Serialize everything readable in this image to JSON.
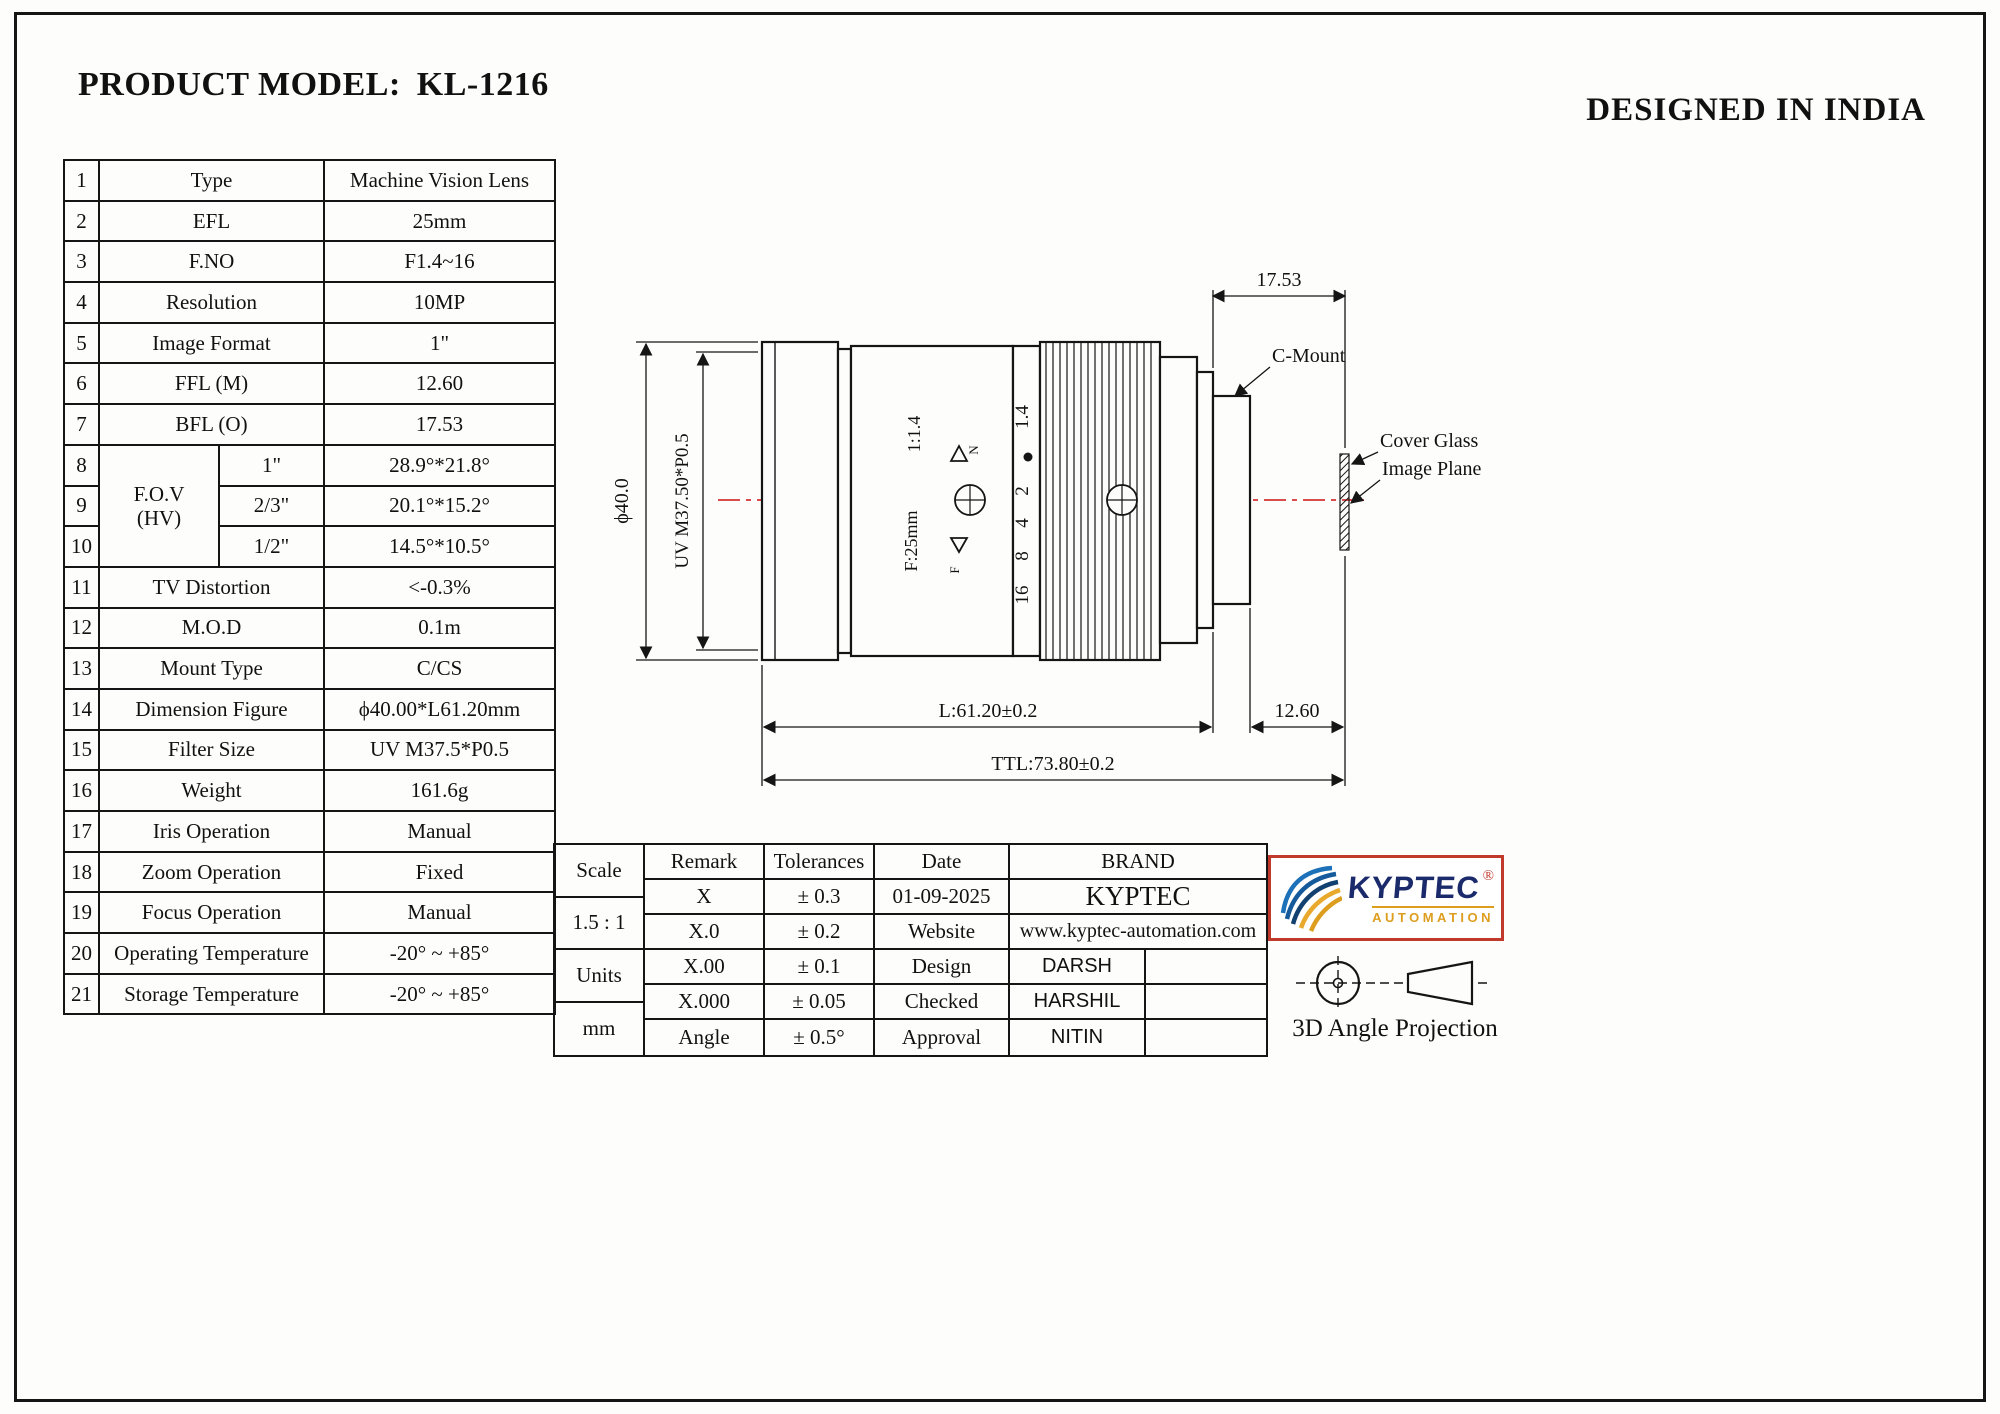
{
  "page": {
    "product_model_label": "PRODUCT MODEL:",
    "product_model_value": "KL-1216",
    "designed_in": "DESIGNED IN INDIA"
  },
  "spec": {
    "fov_line1": "F.O.V",
    "fov_line2": "(HV)",
    "rows": [
      {
        "num": "1",
        "name": "Type",
        "value": "Machine Vision Lens"
      },
      {
        "num": "2",
        "name": "EFL",
        "value": "25mm"
      },
      {
        "num": "3",
        "name": "F.NO",
        "value": "F1.4~16"
      },
      {
        "num": "4",
        "name": "Resolution",
        "value": "10MP"
      },
      {
        "num": "5",
        "name": "Image Format",
        "value": "1\""
      },
      {
        "num": "6",
        "name": "FFL (M)",
        "value": "12.60"
      },
      {
        "num": "7",
        "name": "BFL (O)",
        "value": "17.53"
      },
      {
        "num": "8",
        "size": "1\"",
        "value": "28.9°*21.8°"
      },
      {
        "num": "9",
        "size": "2/3\"",
        "value": "20.1°*15.2°"
      },
      {
        "num": "10",
        "size": "1/2\"",
        "value": "14.5°*10.5°"
      },
      {
        "num": "11",
        "name": "TV Distortion",
        "value": "<-0.3%"
      },
      {
        "num": "12",
        "name": "M.O.D",
        "value": "0.1m"
      },
      {
        "num": "13",
        "name": "Mount Type",
        "value": "C/CS"
      },
      {
        "num": "14",
        "name": "Dimension Figure",
        "value": "ϕ40.00*L61.20mm"
      },
      {
        "num": "15",
        "name": "Filter Size",
        "value": "UV M37.5*P0.5"
      },
      {
        "num": "16",
        "name": "Weight",
        "value": "161.6g"
      },
      {
        "num": "17",
        "name": "Iris Operation",
        "value": "Manual"
      },
      {
        "num": "18",
        "name": "Zoom Operation",
        "value": "Fixed"
      },
      {
        "num": "19",
        "name": "Focus Operation",
        "value": "Manual"
      },
      {
        "num": "20",
        "name": "Operating Temperature",
        "value": "-20° ~ +85°"
      },
      {
        "num": "21",
        "name": "Storage Temperature",
        "value": "-20° ~ +85°"
      }
    ]
  },
  "drawing": {
    "dim_bfl": "17.53",
    "label_c_mount": "C-Mount",
    "label_cover_glass": "Cover Glass",
    "label_image_plane": "Image Plane",
    "dim_diameter": "ϕ40.0",
    "dim_filter_thread": "UV M37.50*P0.5",
    "marking_aperture_ratio": "1:1.4",
    "marking_focal": "F:25mm",
    "aperture_16": "16",
    "aperture_8": "8",
    "aperture_4": "4",
    "aperture_2": "2",
    "aperture_14": "1.4",
    "marker_near": "N",
    "marker_far": "F",
    "dim_length": "L:61.20±0.2",
    "dim_ffl": "12.60",
    "dim_ttl": "TTL:73.80±0.2"
  },
  "title_block": {
    "scale_label": "Scale",
    "scale_value": "1.5 : 1",
    "units_label": "Units",
    "units_value": "mm",
    "remark_header": "Remark",
    "tolerances_header": "Tolerances",
    "date_label": "Date",
    "brand_header": "BRAND",
    "date_value": "01-09-2025",
    "brand_value": "KYPTEC",
    "website_label": "Website",
    "website_value": "www.kyptec-automation.com",
    "design_label": "Design",
    "design_value": "DARSH",
    "checked_label": "Checked",
    "checked_value": "HARSHIL",
    "approval_label": "Approval",
    "approval_value": "NITIN",
    "tol_rows": [
      {
        "remark": "X",
        "tol": "± 0.3"
      },
      {
        "remark": "X.0",
        "tol": "± 0.2"
      },
      {
        "remark": "X.00",
        "tol": "± 0.1"
      },
      {
        "remark": "X.000",
        "tol": "± 0.05"
      },
      {
        "remark": "Angle",
        "tol": "± 0.5°"
      }
    ]
  },
  "logo": {
    "brand": "KYPTEC",
    "registered": "®",
    "subtitle": "AUTOMATION"
  },
  "projection": {
    "label": "3D Angle Projection"
  },
  "colors": {
    "centerline_red": "#cc1111",
    "logo_navy": "#1b2a6b",
    "logo_gold": "#dd9e1f",
    "logo_border_red": "#c0392b",
    "line_black": "#151515"
  }
}
